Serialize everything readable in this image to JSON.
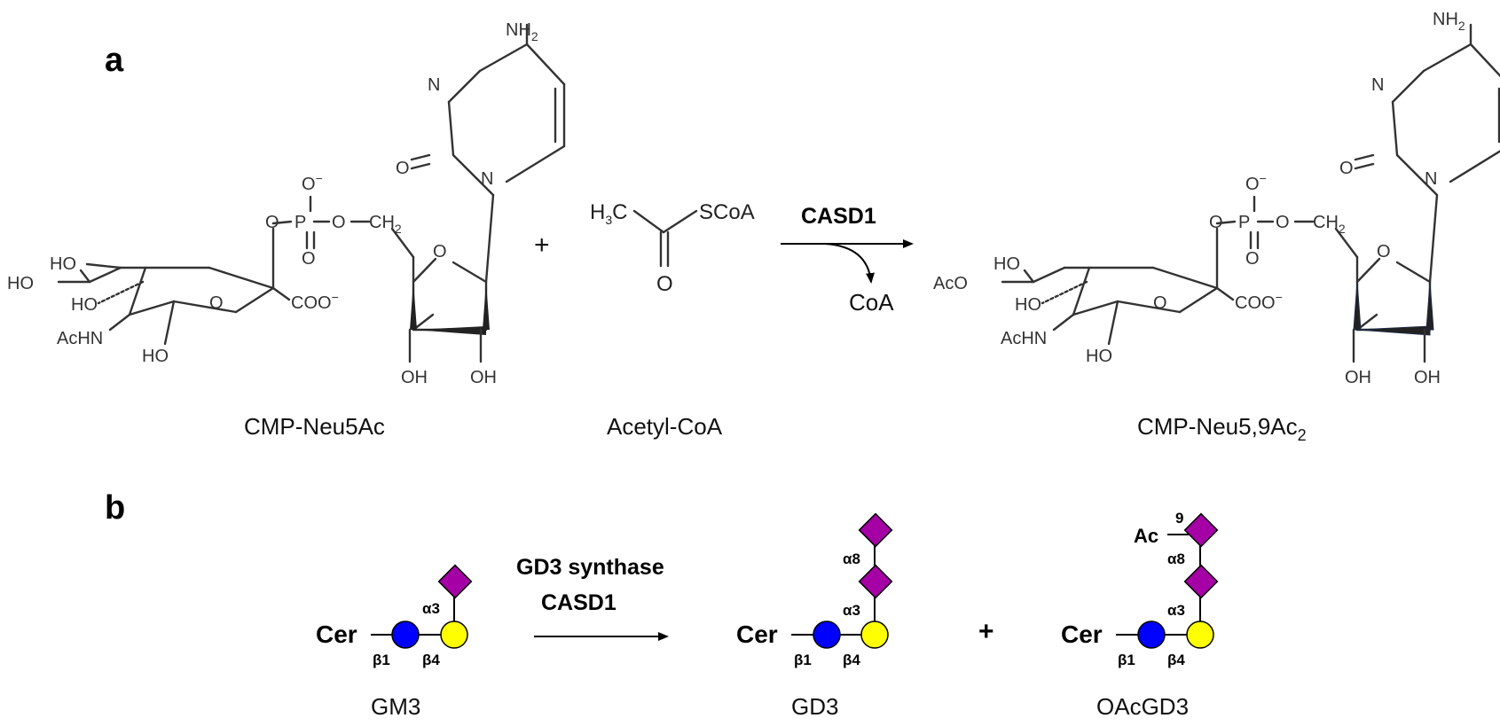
{
  "colors": {
    "glucose": "#0000ff",
    "galactose": "#ffff00",
    "sialic_acid": "#a500a5"
  },
  "panel_a": {
    "label": "a",
    "reactant1": {
      "name": "CMP-Neu5Ac",
      "atoms": {
        "nh2": "NH",
        "nh2_sub": "2",
        "n3": "N",
        "o2": "O",
        "n1": "N",
        "o_minus": "O",
        "o_minus_sign": "−",
        "p": "P",
        "o_bridge1": "O",
        "o_bridge2": "O",
        "o_double": "O",
        "ch2": "CH",
        "ch2_sub": "2",
        "o_ring_ribose": "O",
        "oh3": "OH",
        "oh2": "OH",
        "coo": "COO",
        "coo_sign": "−",
        "o_ring": "O",
        "ho_top": "HO",
        "ho_left": "HO",
        "ho_hash": "HO",
        "achn": "AcHN",
        "ho_bottom": "HO"
      }
    },
    "plus": "+",
    "reactant2": {
      "name": "Acetyl-CoA",
      "atoms": {
        "h3c": "H",
        "h3c_sub": "3",
        "h3c_c": "C",
        "scoa": "SCoA",
        "o": "O"
      }
    },
    "enzyme": "CASD1",
    "byproduct": "CoA",
    "product": {
      "name_main": "CMP-Neu5,9Ac",
      "name_sub": "2",
      "atoms": {
        "nh2": "NH",
        "nh2_sub": "2",
        "n3": "N",
        "o2": "O",
        "n1": "N",
        "o_minus": "O",
        "o_minus_sign": "−",
        "p": "P",
        "o_bridge1": "O",
        "o_bridge2": "O",
        "o_double": "O",
        "ch2": "CH",
        "ch2_sub": "2",
        "o_ring_ribose": "O",
        "oh3": "OH",
        "oh2": "OH",
        "coo": "COO",
        "coo_sign": "−",
        "o_ring": "O",
        "ho_top": "HO",
        "aco": "AcO",
        "ho_hash": "HO",
        "achn": "AcHN",
        "ho_bottom": "HO"
      }
    }
  },
  "panel_b": {
    "label": "b",
    "enzyme_line1": "GD3 synthase",
    "enzyme_line2": "CASD1",
    "plus": "+",
    "glycans": [
      {
        "name": "GM3",
        "cer": "Cer",
        "link_glc": "β1",
        "link_gal": "β4",
        "link_sia1": "α3"
      },
      {
        "name": "GD3",
        "cer": "Cer",
        "link_glc": "β1",
        "link_gal": "β4",
        "link_sia1": "α3",
        "link_sia2": "α8"
      },
      {
        "name": "OAcGD3",
        "cer": "Cer",
        "link_glc": "β1",
        "link_gal": "β4",
        "link_sia1": "α3",
        "link_sia2": "α8",
        "ac": "Ac",
        "ac_pos": "9"
      }
    ]
  }
}
